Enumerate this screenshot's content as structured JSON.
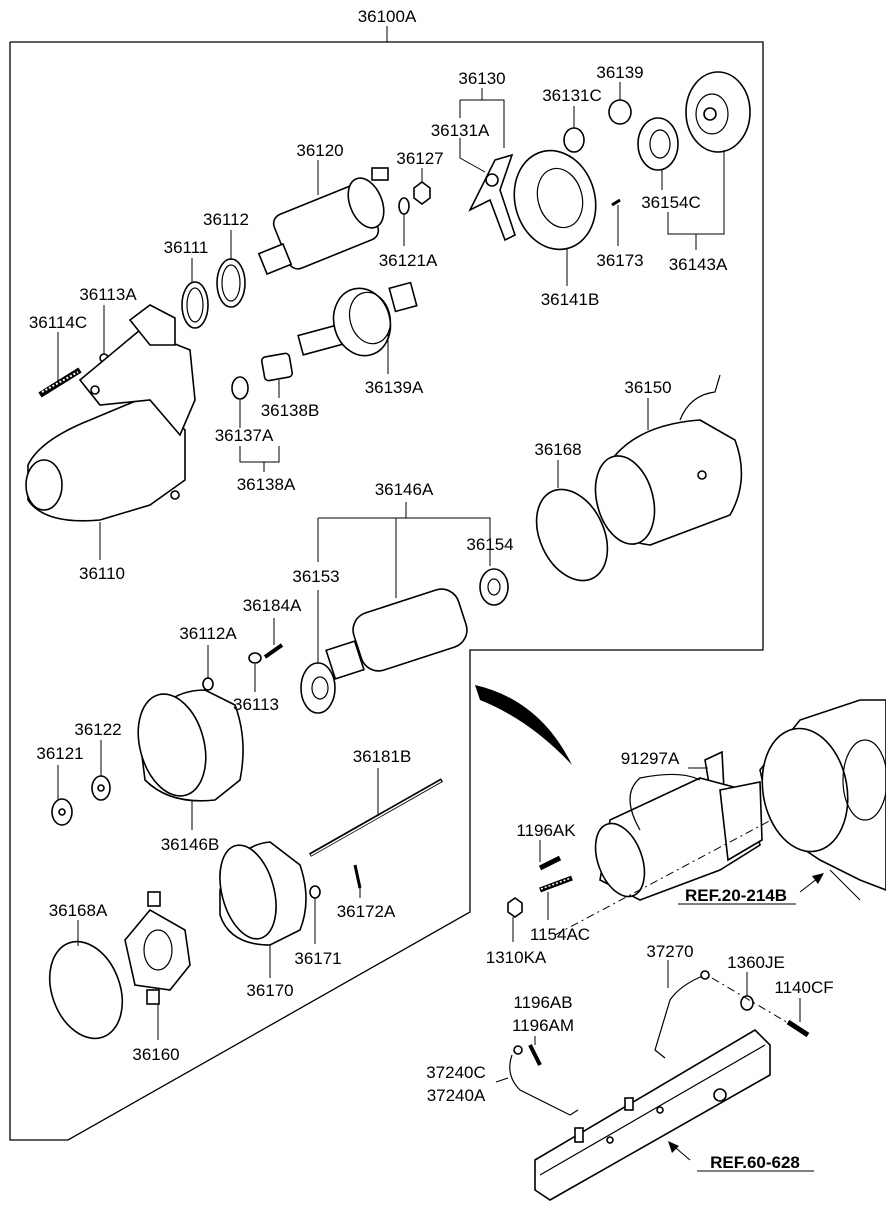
{
  "labels": {
    "l_36100A": "36100A",
    "l_36130": "36130",
    "l_36139": "36139",
    "l_36131C": "36131C",
    "l_36131A": "36131A",
    "l_36120": "36120",
    "l_36127": "36127",
    "l_36112": "36112",
    "l_36111": "36111",
    "l_36121A": "36121A",
    "l_36113A": "36113A",
    "l_36114C": "36114C",
    "l_36154C": "36154C",
    "l_36173": "36173",
    "l_36143A": "36143A",
    "l_36141B": "36141B",
    "l_36139A": "36139A",
    "l_36138B": "36138B",
    "l_36137A": "36137A",
    "l_36138A": "36138A",
    "l_36150": "36150",
    "l_36168": "36168",
    "l_36146A": "36146A",
    "l_36154": "36154",
    "l_36153": "36153",
    "l_36110": "36110",
    "l_36184A": "36184A",
    "l_36112A": "36112A",
    "l_36113": "36113",
    "l_36122": "36122",
    "l_36121": "36121",
    "l_36181B": "36181B",
    "l_91297A": "91297A",
    "l_36146B": "36146B",
    "l_1196AK": "1196AK",
    "l_36172A": "36172A",
    "l_36171": "36171",
    "l_36168A": "36168A",
    "l_36170": "36170",
    "l_1154AC": "1154AC",
    "l_1310KA": "1310KA",
    "l_37270": "37270",
    "l_1360JE": "1360JE",
    "l_1140CF": "1140CF",
    "l_1196AB": "1196AB",
    "l_1196AM": "1196AM",
    "l_37240C": "37240C",
    "l_37240A": "37240A",
    "l_36160": "36160"
  },
  "references": {
    "ref_engine": "REF.20-214B",
    "ref_frame": "REF.60-628"
  }
}
